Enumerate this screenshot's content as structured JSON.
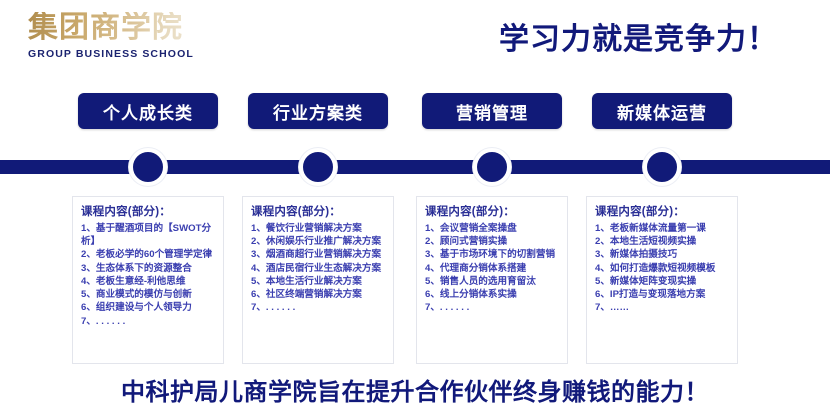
{
  "brand": {
    "logo_cn": "集团商学院",
    "logo_en": "GROUP BUSINESS SCHOOL",
    "logo_gold": "#c9a86a",
    "navy": "#11197a"
  },
  "headline": "学习力就是竞争力！",
  "categories": [
    {
      "label": "个人成长类"
    },
    {
      "label": "行业方案类"
    },
    {
      "label": "营销管理"
    },
    {
      "label": "新媒体运营"
    }
  ],
  "cards": [
    {
      "title": "课程内容(部分)：",
      "items": [
        "1、基于醒酒项目的【SWOT分析】",
        "2、老板必学的60个管理学定律",
        "3、生态体系下的资源整合",
        "4、老板生意经-利他思维",
        "5、商业模式的模仿与创新",
        "6、组织建设与个人领导力",
        "7、. . . . . ."
      ]
    },
    {
      "title": "课程内容(部分)：",
      "items": [
        "1、餐饮行业营销解决方案",
        "2、休闲娱乐行业推广解决方案",
        "3、烟酒商超行业营销解决方案",
        "4、酒店民宿行业生态解决方案",
        "5、本地生活行业解决方案",
        "6、社区终端营销解决方案",
        "7、. . . . . ."
      ]
    },
    {
      "title": "课程内容(部分)：",
      "items": [
        "1、会议营销全案操盘",
        "2、顾问式营销实操",
        "3、基于市场环境下的切割营销",
        "4、代理商分销体系搭建",
        "5、销售人员的选用育留汰",
        "6、线上分销体系实操",
        "7、. . . . . ."
      ]
    },
    {
      "title": "课程内容(部分)：",
      "items": [
        "1、老板新媒体流量第一课",
        "2、本地生活短视频实操",
        "3、新媒体拍摄技巧",
        "4、如何打造爆款短视频模板",
        "5、新媒体矩阵变现实操",
        "6、IP打造与变现落地方案",
        "7、……"
      ]
    }
  ],
  "footer": "中科护局儿商学院旨在提升合作伙伴终身赚钱的能力！"
}
